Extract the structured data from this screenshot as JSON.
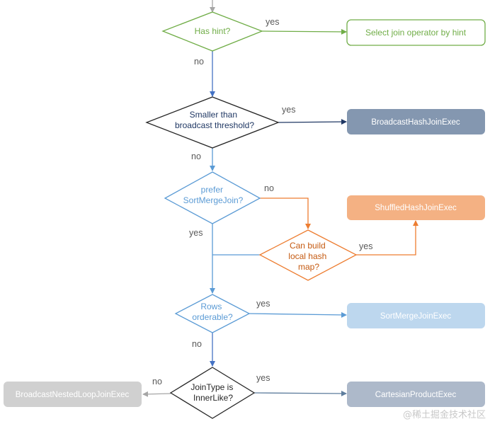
{
  "decisions": {
    "has_hint": {
      "label": "Has hint?"
    },
    "smaller_than_threshold": {
      "label": [
        "Smaller than",
        "broadcast threshold?"
      ]
    },
    "prefer_smj": {
      "label": [
        "prefer",
        "SortMergeJoin?"
      ]
    },
    "can_build_hash_map": {
      "label": [
        "Can build",
        "local hash",
        "map?"
      ]
    },
    "rows_orderable": {
      "label": [
        "Rows",
        "orderable?"
      ]
    },
    "join_type_innerlike": {
      "label": [
        "JoinType is",
        "InnerLike?"
      ]
    }
  },
  "outcomes": {
    "select_by_hint": {
      "label": "Select join operator by hint"
    },
    "broadcast_hash_join": {
      "label": "BroadcastHashJoinExec"
    },
    "shuffled_hash_join": {
      "label": "ShuffledHashJoinExec"
    },
    "sort_merge_join": {
      "label": "SortMergeJoinExec"
    },
    "broadcast_nested_loop_join": {
      "label": "BroadcastNestedLoopJoinExec"
    },
    "cartesian_product": {
      "label": "CartesianProductExec"
    }
  },
  "edge_labels": {
    "hint_yes": "yes",
    "hint_no": "no",
    "threshold_yes": "yes",
    "threshold_no": "no",
    "prefer_no": "no",
    "prefer_yes": "yes",
    "hashmap_yes": "yes",
    "orderable_yes": "yes",
    "orderable_no": "no",
    "innerlike_no": "no",
    "innerlike_yes": "yes"
  },
  "colors": {
    "green": "#70ad47",
    "navy": "#203864",
    "navy_box": "#8497b0",
    "blue": "#5b9bd5",
    "blue_box": "#bdd7ee",
    "orange": "#ed7d31",
    "orange_box": "#f4b183",
    "gray": "#a6a6a6",
    "gray_box": "#d0d0d0",
    "slate": "#2e75b6",
    "slate_box": "#adb9ca",
    "dark": "#262626"
  },
  "watermark": "@稀土掘金技术社区"
}
